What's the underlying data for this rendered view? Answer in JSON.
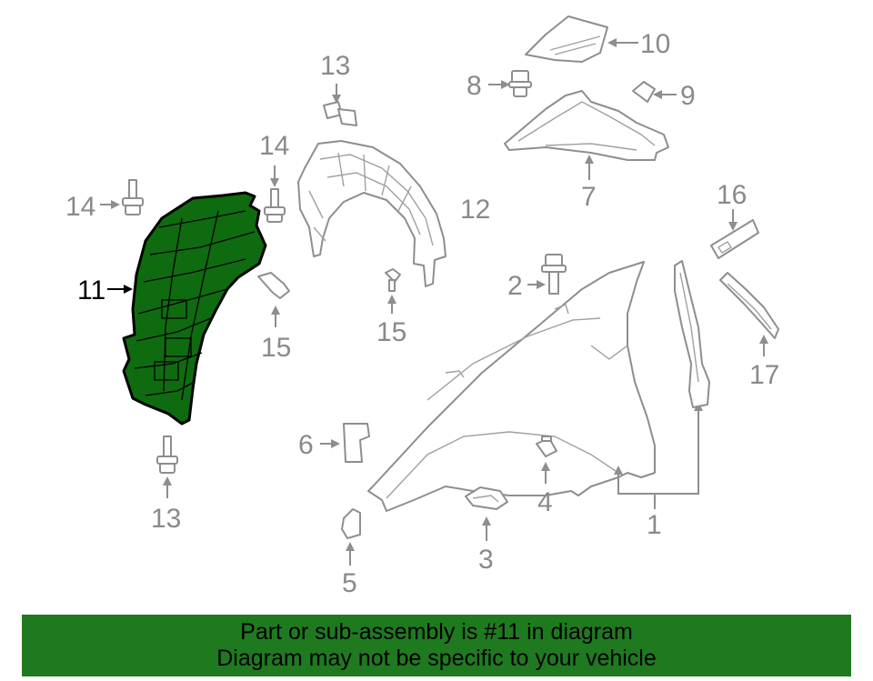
{
  "diagram": {
    "highlight_color": "#0f6b0f",
    "callouts": {
      "c1": "1",
      "c2": "2",
      "c3": "3",
      "c4": "4",
      "c5": "5",
      "c6": "6",
      "c7": "7",
      "c8": "8",
      "c9": "9",
      "c10": "10",
      "c11": "11",
      "c12": "12",
      "c13_top": "13",
      "c13_bottom": "13",
      "c14_left": "14",
      "c14_mid": "14",
      "c15_left": "15",
      "c15_mid": "15",
      "c16": "16",
      "c17": "17"
    }
  },
  "footer": {
    "line1": "Part or sub-assembly is #11 in diagram",
    "line2": "Diagram may not be specific to your vehicle",
    "background": "#1f7a1f"
  }
}
